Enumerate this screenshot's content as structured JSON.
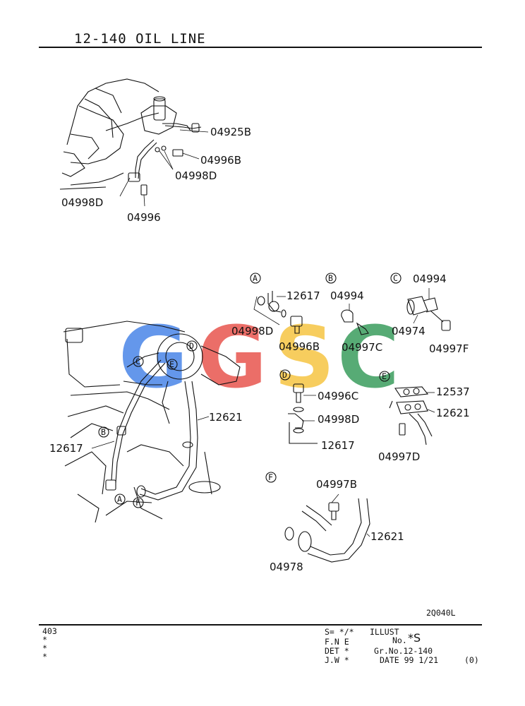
{
  "header": {
    "title": "12-140  OIL LINE"
  },
  "watermark": {
    "letters": [
      "G",
      "G",
      "S",
      "C"
    ],
    "colors": [
      "#4a86e8",
      "#e8554e",
      "#f6c543",
      "#3a9d5d"
    ]
  },
  "top_diagram": {
    "labels": [
      "04925B",
      "04996B",
      "04998D",
      "04998D",
      "04996"
    ]
  },
  "detail_markers": [
    "A",
    "B",
    "C",
    "D",
    "E",
    "F",
    "C",
    "D",
    "E",
    "B",
    "A",
    "F"
  ],
  "detail_a": {
    "labels": [
      "12617",
      "04998D",
      "04996B"
    ]
  },
  "detail_b": {
    "labels": [
      "04994",
      "04997C"
    ]
  },
  "detail_c": {
    "labels": [
      "04994",
      "04974",
      "04997F"
    ]
  },
  "detail_d": {
    "labels": [
      "04996C",
      "04998D",
      "12617"
    ]
  },
  "detail_e": {
    "labels": [
      "12537",
      "12621",
      "04997D"
    ]
  },
  "detail_f": {
    "labels": [
      "04997B",
      "12621",
      "04978"
    ]
  },
  "main_diagram": {
    "labels": [
      "12621",
      "12617"
    ]
  },
  "drawing_code": "2Q040L",
  "footer": {
    "left": [
      "403",
      "*",
      "*",
      "*"
    ],
    "s_line": "S= */*",
    "illust": "ILLUST",
    "no": "No.",
    "illust_no": "*S",
    "fne": "F.N E",
    "det": "DET *",
    "jw": "J.W *",
    "gr_no": "Gr.No.12-140",
    "date": "DATE 99 1/21",
    "rev": "(0)"
  }
}
